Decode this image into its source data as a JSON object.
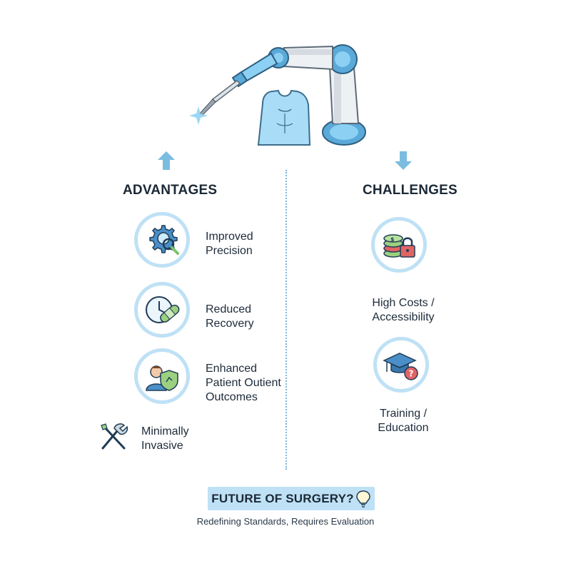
{
  "advantages": {
    "heading": "ADVANTAGES",
    "items": [
      {
        "lines": [
          "Improved",
          "Precision"
        ],
        "icon": "gear-magnifier-icon"
      },
      {
        "lines": [
          "Reduced",
          "Recovery"
        ],
        "icon": "clock-bandage-icon"
      },
      {
        "lines": [
          "Enhanced",
          "Patient Outient",
          "Outcomes"
        ],
        "icon": "patient-shield-icon"
      },
      {
        "lines": [
          "Minimally",
          "Invasive"
        ],
        "icon": "surgical-tools-icon"
      }
    ]
  },
  "challenges": {
    "heading": "CHALLENGES",
    "items": [
      {
        "lines": [
          "High Costs /",
          "Accessibility"
        ],
        "icon": "coins-lock-icon"
      },
      {
        "lines": [
          "Training /",
          "Education"
        ],
        "icon": "graduation-cap-question-icon"
      }
    ]
  },
  "footer": {
    "title": "FUTURE OF SURGERY?",
    "subtitle": "Redefining Standards, Requires Evaluation"
  },
  "colors": {
    "accent_light": "#bfe1f5",
    "accent": "#5aa9d8",
    "arrow": "#7cbce0",
    "text": "#1d2b3a"
  }
}
